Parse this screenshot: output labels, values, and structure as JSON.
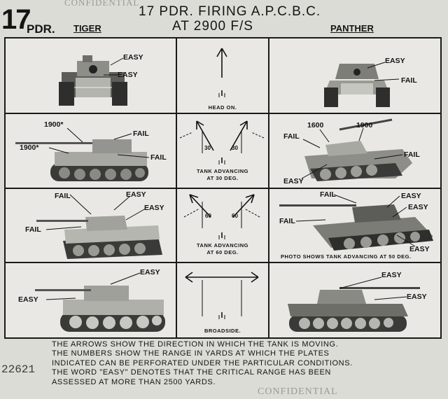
{
  "stamp_top": "CONFIDENTIAL",
  "stamp_bottom": "CONFIDENTIAL",
  "header": {
    "gun_number": "17",
    "gun_suffix": "PDR.",
    "title_line1": "17 PDR. FIRING A.P.C.B.C.",
    "title_line2": "AT 2900 F/S",
    "col_left": "TIGER",
    "col_right": "PANTHER"
  },
  "rows": [
    {
      "diagram_label": "HEAD ON.",
      "tiger": [
        "EASY",
        "EASY"
      ],
      "panther": [
        "EASY",
        "FAIL"
      ]
    },
    {
      "diagram_label_1": "TANK ADVANCING",
      "diagram_label_2": "AT 30 DEG.",
      "angle": "30",
      "tiger": [
        "1900*",
        "FAIL",
        "1900*",
        "FAIL"
      ],
      "panther": [
        "1600",
        "1900",
        "FAIL",
        "FAIL",
        "EASY"
      ]
    },
    {
      "diagram_label_1": "TANK ADVANCING",
      "diagram_label_2": "AT 60 DEG.",
      "angle": "60",
      "tiger": [
        "FAIL",
        "EASY",
        "EASY",
        "FAIL"
      ],
      "panther": [
        "FAIL",
        "EASY",
        "EASY",
        "FAIL",
        "EASY"
      ],
      "panther_caption": "PHOTO SHOWS TANK ADVANCING AT 50 DEG."
    },
    {
      "diagram_label": "BROADSIDE.",
      "tiger": [
        "EASY",
        "EASY"
      ],
      "panther": [
        "EASY",
        "EASY"
      ]
    }
  ],
  "footer": [
    "THE ARROWS SHOW THE DIRECTION IN WHICH THE TANK IS MOVING.",
    "THE NUMBERS SHOW THE RANGE IN YARDS AT WHICH THE PLATES",
    "INDICATED CAN BE PERFORATED UNDER THE PARTICULAR CONDITIONS.",
    "THE WORD \"EASY\" DENOTES THAT THE CRITICAL RANGE HAS BEEN",
    "ASSESSED AT MORE THAN 2500 YARDS."
  ],
  "serial": "22621",
  "colors": {
    "paper": "#dcdcd6",
    "ink": "#141414",
    "photo_dark": "#3a3a3a",
    "photo_light": "#bdbdb8"
  }
}
